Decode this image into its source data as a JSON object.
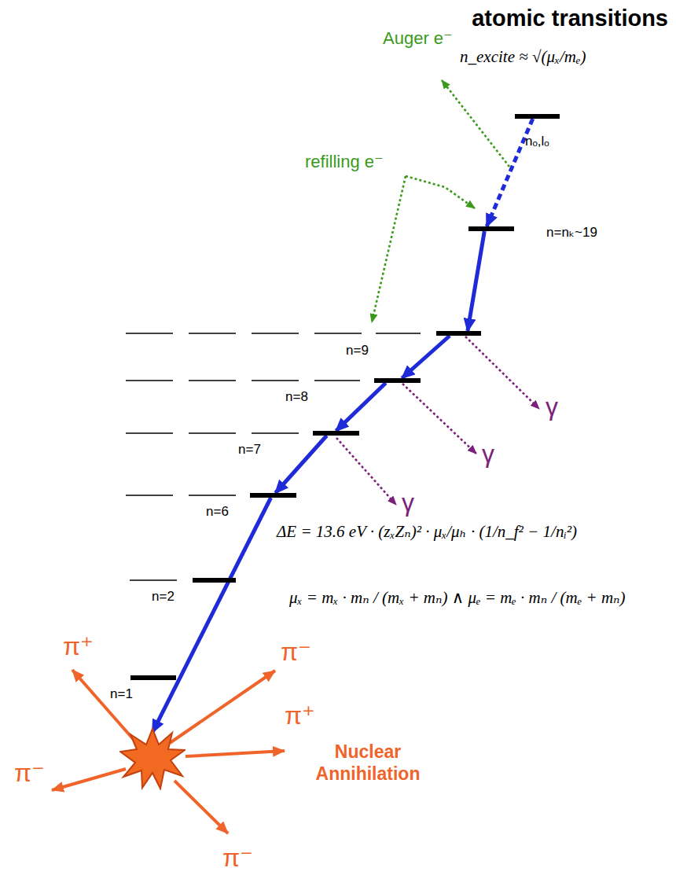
{
  "diagram": {
    "title": "atomic transitions",
    "nodes": [
      {
        "text": [
          "nₒ,lₒ"
        ]
      },
      {
        "text": [
          "n=nₖ~19"
        ]
      },
      {
        "text": [
          "n=9"
        ]
      },
      {
        "text": [
          "n=8"
        ]
      },
      {
        "text": [
          "n=7"
        ]
      },
      {
        "text": [
          "n=6"
        ]
      },
      {
        "text": [
          "n=2"
        ]
      },
      {
        "text": [
          "n=1"
        ]
      },
      {
        "text": [
          "Nuclear Annihilation"
        ]
      }
    ],
    "edges": [
      {
        "from": 0,
        "to": 1,
        "arrow": "to"
      },
      {
        "from": 1,
        "to": 2,
        "arrow": "to"
      },
      {
        "from": 2,
        "to": 3,
        "arrow": "to"
      },
      {
        "from": 3,
        "to": 4,
        "arrow": "to"
      },
      {
        "from": 4,
        "to": 5,
        "arrow": "to"
      },
      {
        "from": 5,
        "to": 8,
        "arrow": "to"
      }
    ],
    "labels": [
      "Auger e⁻",
      "n_excite ≈ √(μₓ/mₑ)",
      "refilling e⁻",
      "γ",
      "γ",
      "γ",
      "ΔE = 13.6 eV · (zₓZₙ)² · μₓ/μₕ · (1/n_f² − 1/nᵢ²)",
      "μₓ = mₓ · mₙ / (mₓ + mₙ)   ∧   μₑ = mₑ · mₙ / (mₑ + mₙ)",
      "π⁺",
      "π⁻",
      "π⁺",
      "π⁻",
      "π⁻"
    ]
  }
}
